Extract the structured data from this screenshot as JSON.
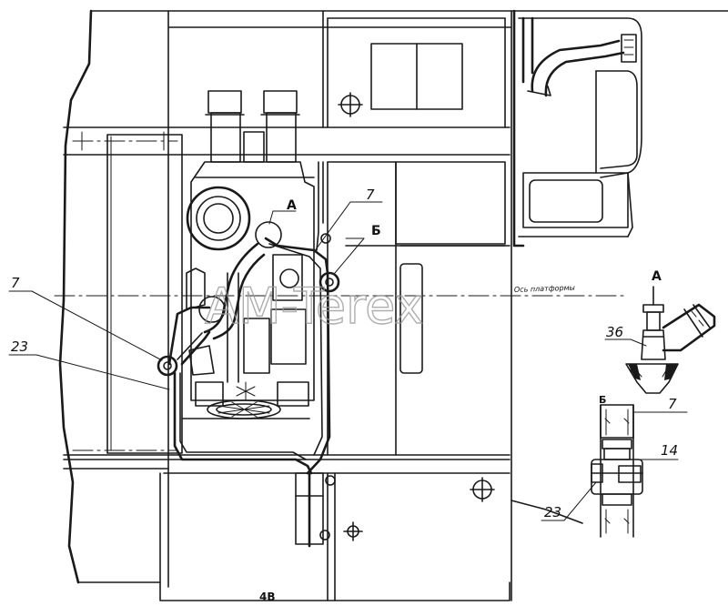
{
  "callouts": {
    "c7_top": "7",
    "c7_left": "7",
    "c7_right": "7",
    "c23_left": "23",
    "c23_right": "23",
    "c14": "14",
    "c36": "36"
  },
  "views": {
    "view_a_main": "А",
    "view_b_main": "Б",
    "view_a_detail": "А",
    "view_b_detail": "Б"
  },
  "annotations": {
    "axis_label": "Ось платформы",
    "bottom_mark": "4В"
  },
  "watermark": "AM-Terex",
  "colors": {
    "line": "#1a1a1a",
    "watermark": "#9a9a9a"
  }
}
